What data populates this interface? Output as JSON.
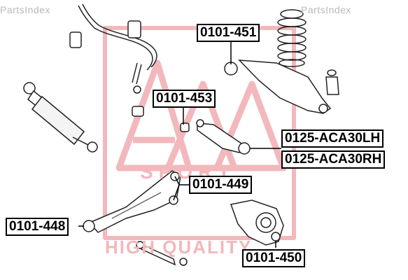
{
  "watermarks": {
    "left": "PartsIndex",
    "right": "PartsIndex"
  },
  "brand": {
    "tagline": "HIGH QUALITY",
    "sport": "SPORT",
    "color": "#e63946"
  },
  "labels": {
    "p451": "0101-451",
    "p453": "0101-453",
    "p125lh": "0125-ACA30LH",
    "p125rh": "0125-ACA30RH",
    "p449": "0101-449",
    "p448": "0101-448",
    "p450": "0101-450"
  }
}
